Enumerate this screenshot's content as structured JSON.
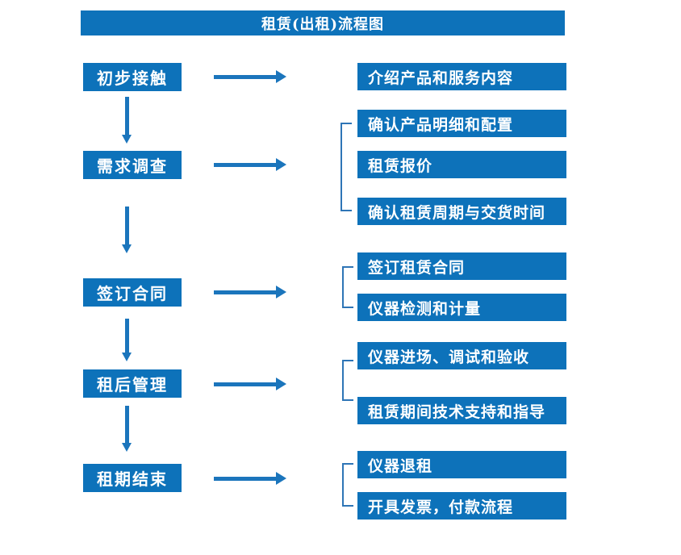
{
  "title": "租赁(出租)流程图",
  "colors": {
    "box_blue": "#0d72ba",
    "arrow_blue": "#1b75bc",
    "bracket_blue": "#2e75b6",
    "text_white": "#ffffff"
  },
  "steps": [
    {
      "label": "初步接触",
      "details": [
        "介绍产品和服务内容"
      ]
    },
    {
      "label": "需求调查",
      "details": [
        "确认产品明细和配置",
        "租赁报价",
        "确认租赁周期与交货时间"
      ]
    },
    {
      "label": "签订合同",
      "details": [
        "签订租赁合同",
        "仪器检测和计量"
      ]
    },
    {
      "label": "租后管理",
      "details": [
        "仪器进场、调试和验收",
        "租赁期间技术支持和指导"
      ]
    },
    {
      "label": "租期结束",
      "details": [
        "仪器退租",
        "开具发票，付款流程"
      ]
    }
  ]
}
